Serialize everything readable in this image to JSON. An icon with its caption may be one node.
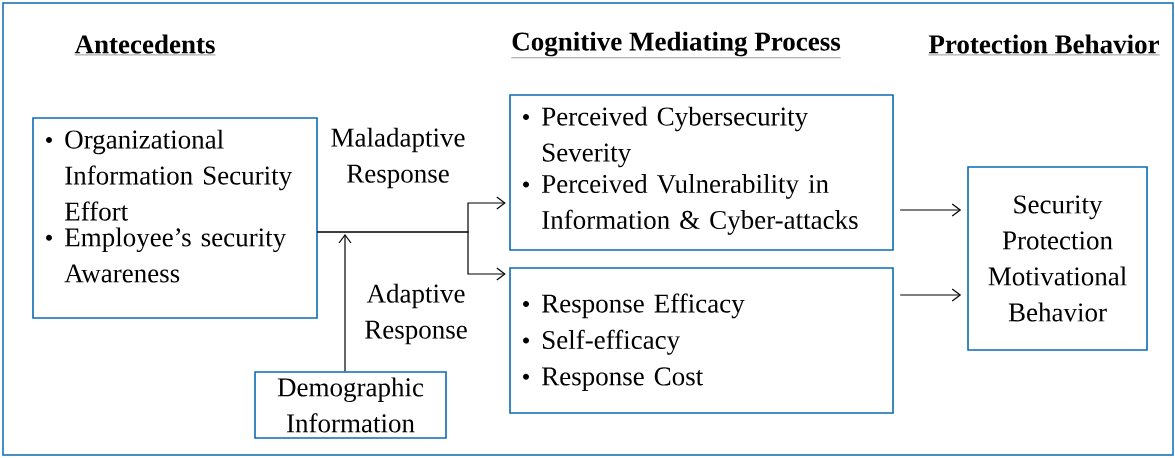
{
  "diagram": {
    "nodes": [
      {
        "text": [
          "Organizational Information Security Effort",
          "Employee’s security Awareness"
        ]
      },
      {
        "text": [
          "Demographic Information"
        ]
      },
      {
        "text": [
          "Perceived Cybersecurity Severity",
          "Perceived Vulnerability in Information & Cyber-attacks"
        ]
      },
      {
        "text": [
          "Response Efficacy",
          "Self-efficacy",
          "Response Cost"
        ]
      },
      {
        "text": [
          "Security Protection Motivational Behavior"
        ]
      }
    ],
    "edges": [
      {
        "from": 0,
        "to": 2,
        "arrow": "to",
        "label": "Maladaptive Response"
      },
      {
        "from": 0,
        "to": 3,
        "arrow": "to",
        "label": "Adaptive Response"
      },
      {
        "from": 1,
        "to": null,
        "arrow": "to"
      },
      {
        "from": 2,
        "to": 4,
        "arrow": "to"
      },
      {
        "from": 3,
        "to": 4,
        "arrow": "to"
      }
    ],
    "labels": [
      "Antecedents",
      "Cognitive Mediating Process",
      "Protection Behavior"
    ]
  }
}
